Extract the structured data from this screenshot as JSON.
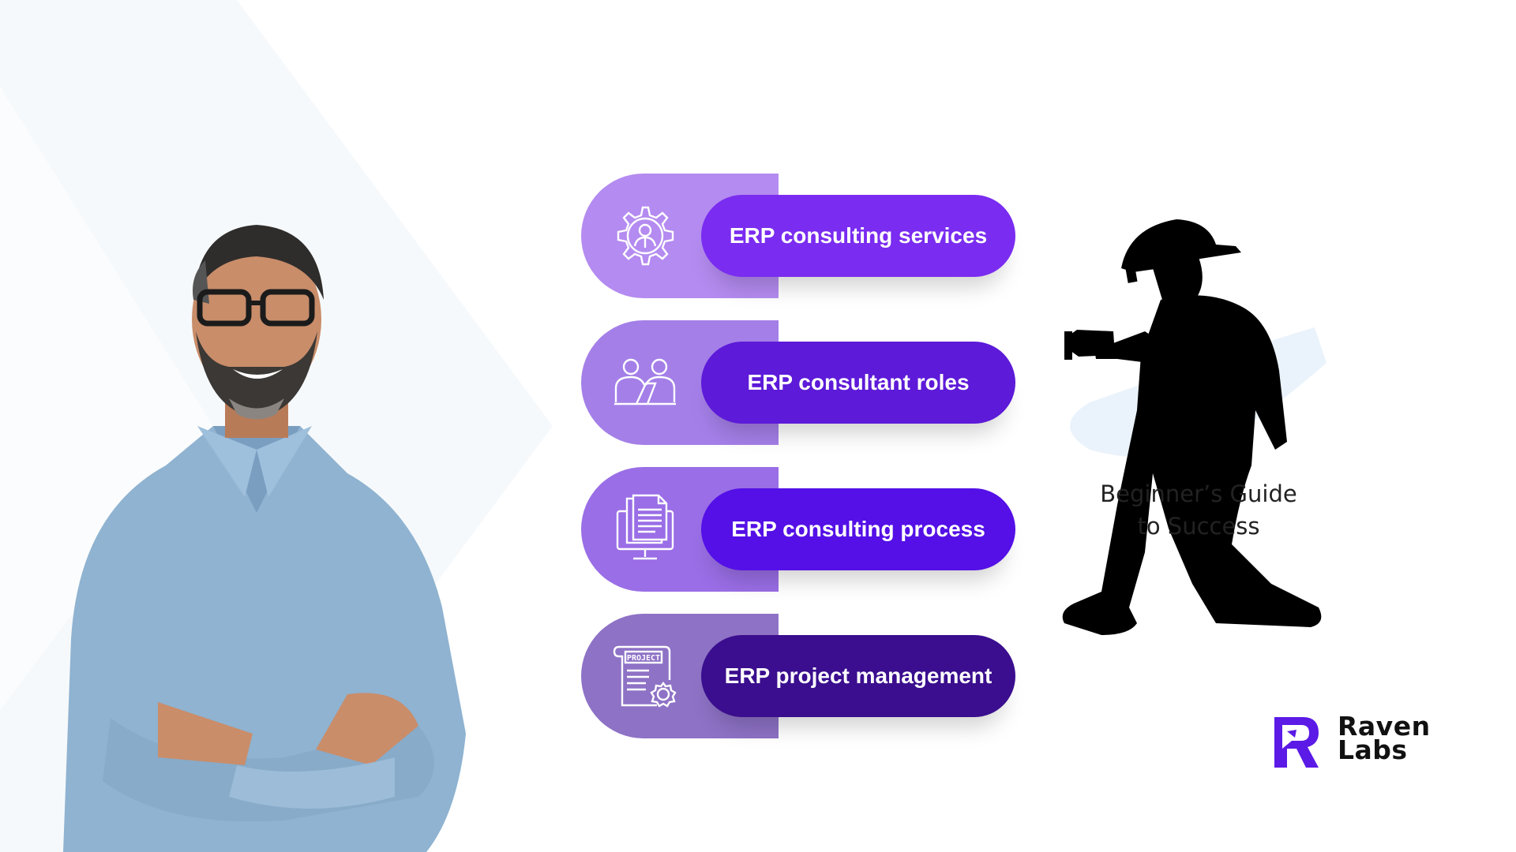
{
  "items": [
    {
      "label": "ERP consulting services",
      "icon": "gear-person-icon",
      "back_color": "#b48bf0",
      "pill_color": "#7a2cf0"
    },
    {
      "label": "ERP consultant roles",
      "icon": "team-meeting-icon",
      "back_color": "#a47fe8",
      "pill_color": "#5d1ad8"
    },
    {
      "label": "ERP consulting process",
      "icon": "documents-monitor-icon",
      "back_color": "#9a6ee6",
      "pill_color": "#5410e6"
    },
    {
      "label": "ERP project management",
      "icon": "project-scroll-gear-icon",
      "back_color": "#8e72c6",
      "pill_color": "#3a0e8e"
    }
  ],
  "guide": {
    "line1": "Beginner’s Guide",
    "line2": "to Success"
  },
  "logo": {
    "line1": "Raven",
    "line2": "Labs",
    "mark_color": "#5b1ae6"
  },
  "project_icon_text": "PROJECT"
}
